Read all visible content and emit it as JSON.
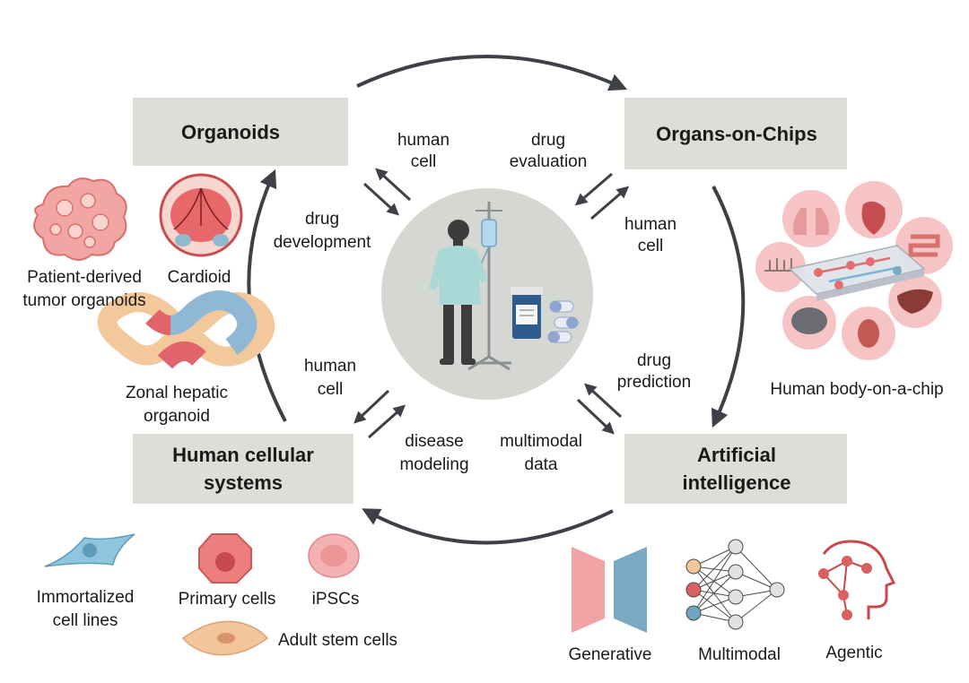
{
  "boxes": {
    "organoids": {
      "title": "Organoids"
    },
    "organs_on_chips": {
      "title": "Organs-on-Chips"
    },
    "human_cellular": {
      "title_line1": "Human cellular",
      "title_line2": "systems"
    },
    "ai": {
      "title_line1": "Artificial",
      "title_line2": "intelligence"
    }
  },
  "center_labels": {
    "human_cell_tl": {
      "l1": "human",
      "l2": "cell"
    },
    "drug_evaluation": {
      "l1": "drug",
      "l2": "evaluation"
    },
    "drug_development": {
      "l1": "drug",
      "l2": "development"
    },
    "human_cell_tr": {
      "l1": "human",
      "l2": "cell"
    },
    "human_cell_bl": {
      "l1": "human",
      "l2": "cell"
    },
    "drug_prediction": {
      "l1": "drug",
      "l2": "prediction"
    },
    "disease_modeling": {
      "l1": "disease",
      "l2": "modeling"
    },
    "multimodal_data": {
      "l1": "multimodal",
      "l2": "data"
    }
  },
  "organoid_items": {
    "patient_derived": {
      "l1": "Patient-derived",
      "l2": "tumor organoids"
    },
    "cardioid": "Cardioid",
    "zonal_hepatic": {
      "l1": "Zonal hepatic",
      "l2": "organoid"
    }
  },
  "chip_items": {
    "body_on_chip": "Human body-on-a-chip"
  },
  "cell_items": {
    "immortalized": {
      "l1": "Immortalized",
      "l2": "cell lines"
    },
    "primary": "Primary cells",
    "ipscs": "iPSCs",
    "adult_stem": "Adult stem cells"
  },
  "ai_items": {
    "generative": "Generative",
    "multimodal": "Multimodal",
    "agentic": "Agentic"
  },
  "colors": {
    "box_fill": "#dcdfd8",
    "arrow": "#3d4147",
    "center_circle": "#d5d8d2",
    "pink": "#f2a3a6",
    "teal": "#7aa9c2"
  }
}
